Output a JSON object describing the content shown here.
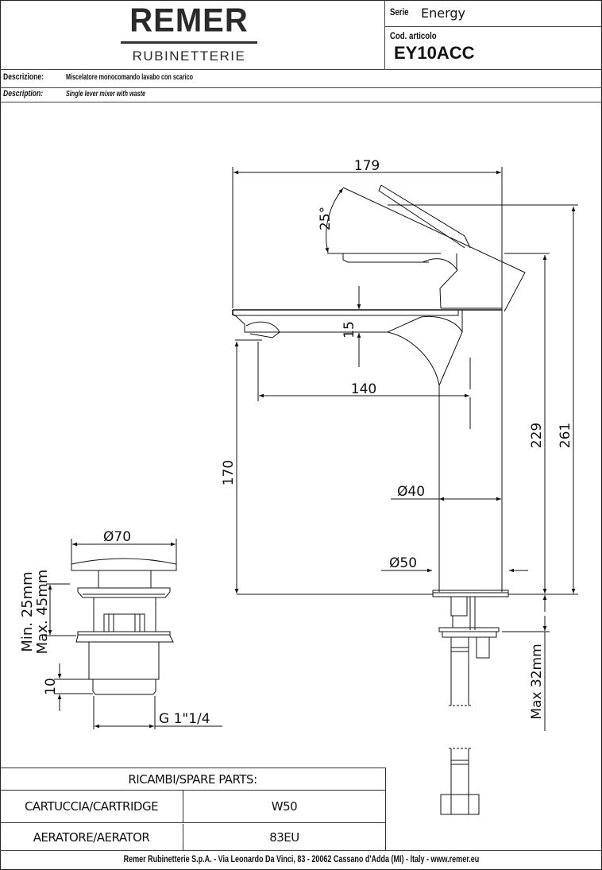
{
  "header": {
    "logo_main": "REMER",
    "logo_sub": "RUBINETTERIE",
    "serie_label": "Serie",
    "serie_value": "Energy",
    "code_label": "Cod. articolo",
    "code_value": "EY10ACC"
  },
  "description": {
    "it_label": "Descrizione:",
    "it_value": "Miscelatore monocomando lavabo con scarico",
    "en_label": "Description:",
    "en_value": "Single lever mixer with waste"
  },
  "dimensions": {
    "width_total": "179",
    "lever_angle": "25°",
    "spout_clearance": "15",
    "spout_reach": "140",
    "spout_height": "170",
    "lever_height": "229",
    "total_height": "261",
    "body_diameter": "Ø40",
    "base_diameter": "Ø50",
    "max_deck": "Max 32mm",
    "waste_diameter": "Ø70",
    "waste_min": "Min. 25mm",
    "waste_max": "Max. 45mm",
    "waste_10": "10",
    "waste_thread": "G 1\"1/4"
  },
  "spare_parts": {
    "title": "RICAMBI/SPARE PARTS:",
    "rows": [
      {
        "name": "CARTUCCIA/CARTRIDGE",
        "code": "W50"
      },
      {
        "name": "AERATORE/AERATOR",
        "code": "83EU"
      }
    ]
  },
  "footer": "Remer Rubinetterie S.p.A. - Via Leonardo Da Vinci, 83 - 20062 Cassano d'Adda (MI) - Italy - www.remer.eu"
}
